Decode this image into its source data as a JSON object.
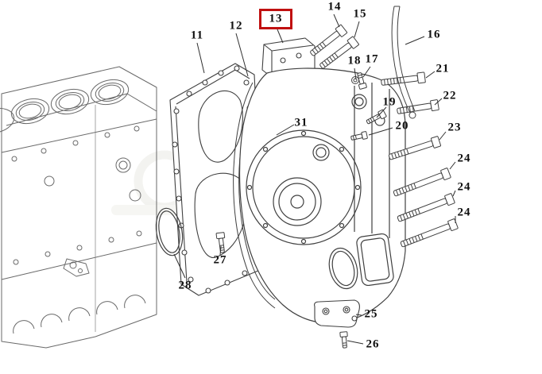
{
  "figure": {
    "background_color": "#ffffff",
    "line_color": "#404040",
    "block_line_color": "#6a6a6a",
    "highlight_color": "#c01010",
    "highlighted_part": "13"
  },
  "labels": {
    "p11": "11",
    "p12": "12",
    "p13": "13",
    "p14": "14",
    "p15": "15",
    "p16": "16",
    "p17": "17",
    "p18": "18",
    "p19": "19",
    "p20": "20",
    "p21": "21",
    "p22": "22",
    "p23": "23",
    "p24a": "24",
    "p24b": "24",
    "p24c": "24",
    "p25": "25",
    "p26": "26",
    "p27": "27",
    "p28": "28",
    "p31": "31"
  }
}
